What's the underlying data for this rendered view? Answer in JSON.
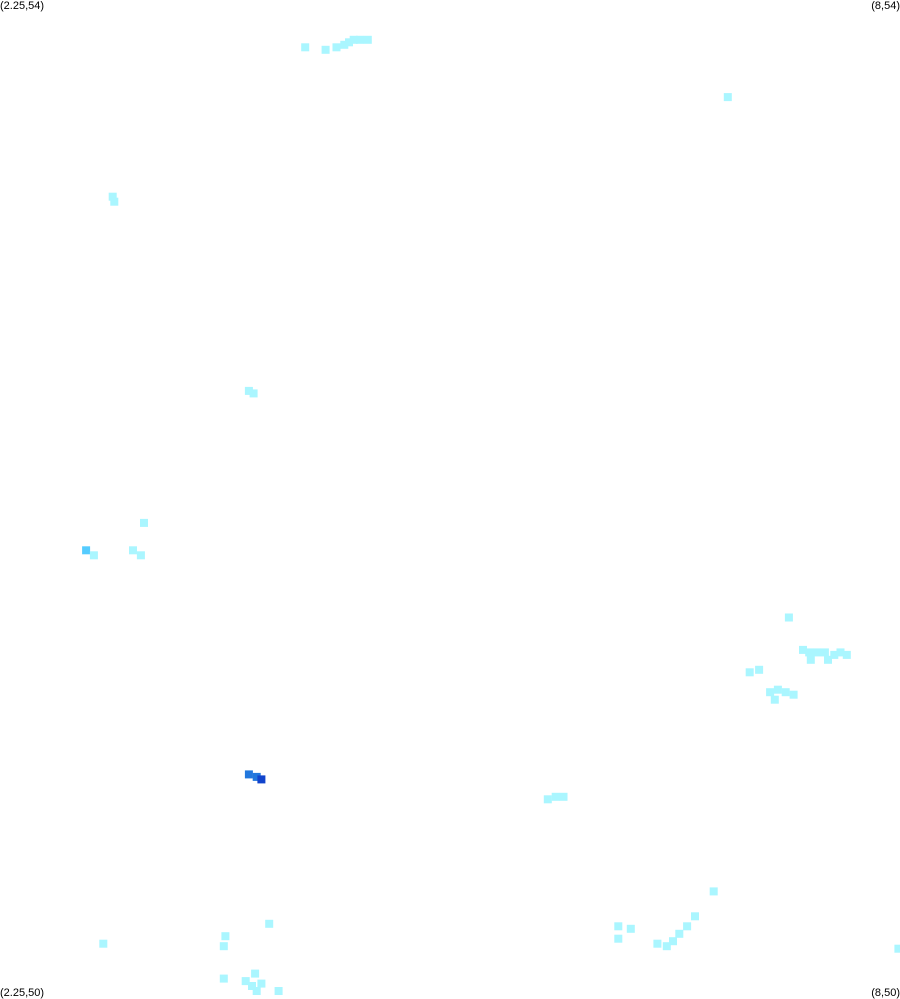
{
  "bounds": {
    "x_min": 2.25,
    "x_max": 8,
    "y_min": 50,
    "y_max": 54
  },
  "corner_labels": {
    "top_left": "(2.25,54)",
    "top_right": "(8,54)",
    "bottom_left": "(2.25,50)",
    "bottom_right": "(8,50)"
  },
  "colors": {
    "background": "#ffffff",
    "low": "#aaf6ff",
    "mid": "#55ccff",
    "high": "#2277dd",
    "peak": "#1144cc"
  },
  "chart_data": {
    "type": "heatmap",
    "xlim": [
      2.25,
      8
    ],
    "ylim": [
      50,
      54
    ],
    "cells": [
      {
        "lon": 4.2,
        "lat": 53.81,
        "level": "low"
      },
      {
        "lon": 4.33,
        "lat": 53.8,
        "level": "low"
      },
      {
        "lon": 4.4,
        "lat": 53.81,
        "level": "low"
      },
      {
        "lon": 4.45,
        "lat": 53.82,
        "level": "low"
      },
      {
        "lon": 4.48,
        "lat": 53.83,
        "level": "low"
      },
      {
        "lon": 4.51,
        "lat": 53.84,
        "level": "low"
      },
      {
        "lon": 4.55,
        "lat": 53.84,
        "level": "low"
      },
      {
        "lon": 4.6,
        "lat": 53.84,
        "level": "low"
      },
      {
        "lon": 6.9,
        "lat": 53.61,
        "level": "low"
      },
      {
        "lon": 2.97,
        "lat": 53.21,
        "level": "low"
      },
      {
        "lon": 2.98,
        "lat": 53.19,
        "level": "low"
      },
      {
        "lon": 3.84,
        "lat": 52.43,
        "level": "low"
      },
      {
        "lon": 3.87,
        "lat": 52.42,
        "level": "low"
      },
      {
        "lon": 3.17,
        "lat": 51.9,
        "level": "low"
      },
      {
        "lon": 2.8,
        "lat": 51.79,
        "level": "mid"
      },
      {
        "lon": 2.85,
        "lat": 51.77,
        "level": "low"
      },
      {
        "lon": 3.1,
        "lat": 51.79,
        "level": "low"
      },
      {
        "lon": 3.15,
        "lat": 51.77,
        "level": "low"
      },
      {
        "lon": 7.29,
        "lat": 51.52,
        "level": "low"
      },
      {
        "lon": 7.38,
        "lat": 51.39,
        "level": "low"
      },
      {
        "lon": 7.42,
        "lat": 51.38,
        "level": "low"
      },
      {
        "lon": 7.47,
        "lat": 51.38,
        "level": "low"
      },
      {
        "lon": 7.52,
        "lat": 51.38,
        "level": "low"
      },
      {
        "lon": 7.58,
        "lat": 51.37,
        "level": "low"
      },
      {
        "lon": 7.62,
        "lat": 51.38,
        "level": "low"
      },
      {
        "lon": 7.66,
        "lat": 51.37,
        "level": "low"
      },
      {
        "lon": 7.43,
        "lat": 51.35,
        "level": "low"
      },
      {
        "lon": 7.54,
        "lat": 51.35,
        "level": "low"
      },
      {
        "lon": 7.1,
        "lat": 51.31,
        "level": "low"
      },
      {
        "lon": 7.04,
        "lat": 51.3,
        "level": "low"
      },
      {
        "lon": 7.17,
        "lat": 51.22,
        "level": "low"
      },
      {
        "lon": 7.22,
        "lat": 51.23,
        "level": "low"
      },
      {
        "lon": 7.27,
        "lat": 51.22,
        "level": "low"
      },
      {
        "lon": 7.32,
        "lat": 51.21,
        "level": "low"
      },
      {
        "lon": 7.2,
        "lat": 51.19,
        "level": "low"
      },
      {
        "lon": 3.84,
        "lat": 50.89,
        "level": "high"
      },
      {
        "lon": 3.89,
        "lat": 50.88,
        "level": "high"
      },
      {
        "lon": 3.92,
        "lat": 50.87,
        "level": "peak"
      },
      {
        "lon": 5.75,
        "lat": 50.79,
        "level": "low"
      },
      {
        "lon": 5.8,
        "lat": 50.8,
        "level": "low"
      },
      {
        "lon": 5.85,
        "lat": 50.8,
        "level": "low"
      },
      {
        "lon": 6.81,
        "lat": 50.42,
        "level": "low"
      },
      {
        "lon": 6.69,
        "lat": 50.32,
        "level": "low"
      },
      {
        "lon": 6.64,
        "lat": 50.28,
        "level": "low"
      },
      {
        "lon": 6.59,
        "lat": 50.25,
        "level": "low"
      },
      {
        "lon": 6.55,
        "lat": 50.22,
        "level": "low"
      },
      {
        "lon": 6.51,
        "lat": 50.2,
        "level": "low"
      },
      {
        "lon": 6.45,
        "lat": 50.21,
        "level": "low"
      },
      {
        "lon": 6.2,
        "lat": 50.28,
        "level": "low"
      },
      {
        "lon": 6.28,
        "lat": 50.27,
        "level": "low"
      },
      {
        "lon": 6.2,
        "lat": 50.23,
        "level": "low"
      },
      {
        "lon": 7.99,
        "lat": 50.19,
        "level": "low"
      },
      {
        "lon": 2.91,
        "lat": 50.21,
        "level": "low"
      },
      {
        "lon": 3.69,
        "lat": 50.24,
        "level": "low"
      },
      {
        "lon": 3.68,
        "lat": 50.2,
        "level": "low"
      },
      {
        "lon": 3.97,
        "lat": 50.29,
        "level": "low"
      },
      {
        "lon": 3.68,
        "lat": 50.07,
        "level": "low"
      },
      {
        "lon": 3.88,
        "lat": 50.09,
        "level": "low"
      },
      {
        "lon": 3.82,
        "lat": 50.06,
        "level": "low"
      },
      {
        "lon": 3.86,
        "lat": 50.04,
        "level": "low"
      },
      {
        "lon": 3.92,
        "lat": 50.05,
        "level": "low"
      },
      {
        "lon": 3.89,
        "lat": 50.02,
        "level": "low"
      },
      {
        "lon": 4.03,
        "lat": 50.02,
        "level": "low"
      }
    ]
  }
}
